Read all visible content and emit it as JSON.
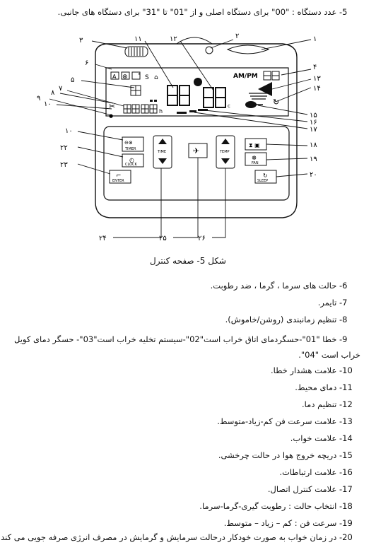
{
  "top_item": {
    "num": "-5",
    "text": "عدد دستگاه : \"00\" برای دستگاه اصلی و از \"01\" تا \"31\" برای دستگاه های جانبی."
  },
  "figure": {
    "callouts": [
      "۱",
      "۲",
      "۳",
      "۴",
      "۵",
      "۶",
      "۷",
      "۸",
      "۹",
      "۱۰",
      "۱۱",
      "۱۲",
      "۱۳",
      "۱۴",
      "۱۵",
      "۱۶",
      "۱۷",
      "۱۰",
      "۱۸",
      "۱۹",
      "۲۰",
      "۲۲",
      "۲۳",
      "۲۴",
      "۲۵",
      "۲۶"
    ],
    "lcd_ampm": "AM/PM",
    "lcd_h": "h",
    "lcd_c": "c",
    "btn_timer": "TIMER",
    "btn_clock": "CLOCK",
    "btn_enter": "ENTER",
    "btn_time": "TIME",
    "btn_temp": "TEMP",
    "btn_fan": "FAN",
    "btn_sleep": "SLEEP"
  },
  "caption": "شکل 5- صفحه کنترل",
  "items": [
    {
      "num": "-6",
      "text": "حالت های سرما ، گرما ، ضد رطوبت."
    },
    {
      "num": "-7",
      "text": "تایمر."
    },
    {
      "num": "-8",
      "text": "تنظیم زمانبندی (روشن/خاموش)."
    },
    {
      "num": "-9",
      "text": "خطا \"01\"-حسگردمای اتاق خراب است\"02\"-سیستم تخلیه خراب است\"03\"- حسگر دمای کویل خراب است \"04\"."
    },
    {
      "num": "-10",
      "text": "علامت هشدار خطا."
    },
    {
      "num": "-11",
      "text": "دمای محیط."
    },
    {
      "num": "-12",
      "text": "تنظیم دما."
    },
    {
      "num": "-13",
      "text": "علامت سرعت فن کم-زیاد-متوسط."
    },
    {
      "num": "-14",
      "text": "علامت خواب."
    },
    {
      "num": "-15",
      "text": "دریچه خروج هوا در حالت چرخشی."
    },
    {
      "num": "-16",
      "text": "علامت ارتباطات."
    },
    {
      "num": "-17",
      "text": "علامت کنترل اتصال."
    },
    {
      "num": "-18",
      "text": "انتخاب حالت : رطوبت گیری-گرما-سرما."
    },
    {
      "num": "-19",
      "text": "سرعت فن : کم – زیاد – متوسط."
    },
    {
      "num": "-20",
      "text": "در زمان خواب به صورت خودکار درحالت سرمایش و گرمایش در مصرف انرژی صرفه جویی می کند."
    }
  ]
}
